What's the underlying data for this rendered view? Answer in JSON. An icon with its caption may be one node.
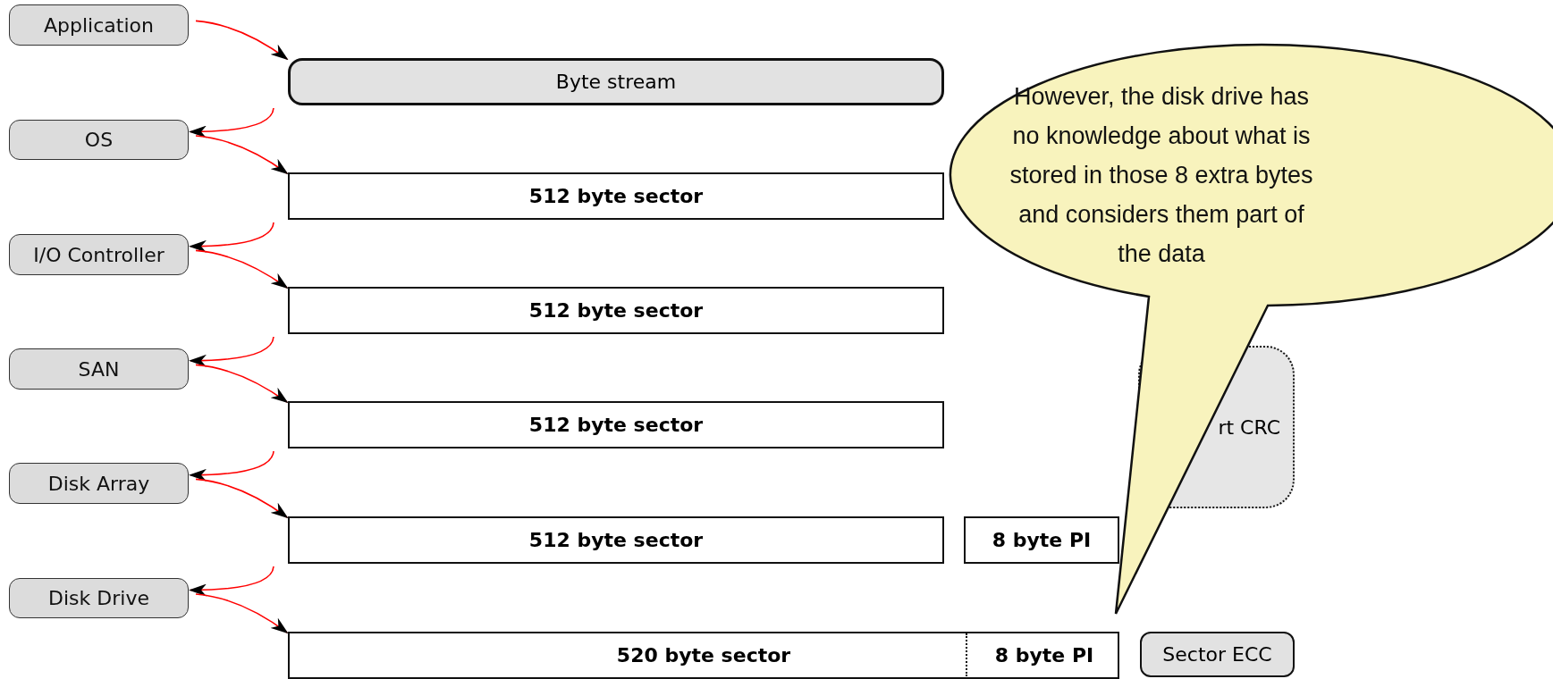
{
  "diagram": {
    "nodes": [
      {
        "text": [
          "Application"
        ]
      },
      {
        "text": [
          "Byte stream"
        ]
      },
      {
        "text": [
          "OS"
        ]
      },
      {
        "text": [
          "512 byte sector"
        ]
      },
      {
        "text": [
          "I/O Controller"
        ]
      },
      {
        "text": [
          "512 byte sector"
        ]
      },
      {
        "text": [
          "SAN"
        ]
      },
      {
        "text": [
          "512 byte sector"
        ]
      },
      {
        "text": [
          "Disk Array"
        ]
      },
      {
        "text": [
          "512 byte sector"
        ]
      },
      {
        "text": [
          "8 byte PI"
        ]
      },
      {
        "text": [
          "Disk Drive"
        ]
      },
      {
        "text": [
          "520 byte sector"
        ]
      },
      {
        "text": [
          "8 byte PI"
        ],
        "in": 12
      },
      {
        "text": [
          "Sector ECC"
        ]
      },
      {
        "text": [
          "rt CRC"
        ]
      },
      {
        "text": [
          "However, the disk drive has no knowledge about what is stored in those 8 extra bytes and considers them part of the data"
        ]
      }
    ],
    "edges": [
      {
        "from": 0,
        "to": 1,
        "arrow": "to"
      },
      {
        "from": 1,
        "to": 2,
        "arrow": "to"
      },
      {
        "from": 2,
        "to": 3,
        "arrow": "to"
      },
      {
        "from": 3,
        "to": 4,
        "arrow": "to"
      },
      {
        "from": 4,
        "to": 5,
        "arrow": "to"
      },
      {
        "from": 5,
        "to": 6,
        "arrow": "to"
      },
      {
        "from": 6,
        "to": 7,
        "arrow": "to"
      },
      {
        "from": 7,
        "to": 8,
        "arrow": "to"
      },
      {
        "from": 8,
        "to": 9,
        "arrow": "to"
      },
      {
        "from": 9,
        "to": 11,
        "arrow": "to"
      },
      {
        "from": 11,
        "to": 12,
        "arrow": "to"
      }
    ]
  }
}
